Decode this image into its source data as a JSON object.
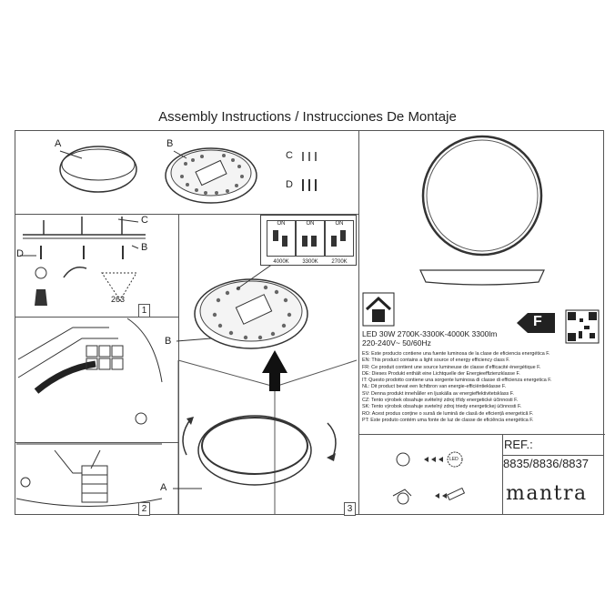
{
  "header": {
    "title": "Assembly Instructions / Instrucciones De Montaje"
  },
  "labels": {
    "a": "A",
    "b": "B",
    "c": "C",
    "d": "D",
    "a2": "A",
    "b2": "B",
    "b3": "B",
    "c2": "C",
    "d2": "D"
  },
  "steps": {
    "one": "1",
    "two": "2",
    "three": "3"
  },
  "dimension": "263",
  "switches": [
    {
      "on": "ON",
      "label": "4000K"
    },
    {
      "on": "ON",
      "label": "3300K"
    },
    {
      "on": "ON",
      "label": "2700K"
    }
  ],
  "energy_class": "F",
  "spec": {
    "line1": "LED 30W 2700K-3300K-4000K 3300lm",
    "line2": "220-240V~  50/60Hz"
  },
  "legal": [
    "ES: Este producto contiene una fuente luminosa de la clase de eficiencia energética F.",
    "EN: This product contains a light source of energy efficiency class F.",
    "FR: Ce produit contient une source lumineuse de classe d'efficacité énergétique F.",
    "DE: Dieses Produkt enthält eine Lichtquelle der Energieeffizienzklasse F.",
    "IT: Questo prodotto contiene una sorgente luminosa di classe di efficienza energetica F.",
    "NL: Dit product bevat een lichtbron van energie-efficiëntieklasse F.",
    "SV: Denna produkt innehåller en ljuskälla av energieffektivitetsklass F.",
    "CZ: Tento výrobek obsahuje světelný zdroj třídy energetické účinnosti F.",
    "SK: Tento výrobok obsahuje svetelný zdroj triedy energetickej účinnosti F.",
    "RO: Acest produs conține o sursă de lumină de clasă de eficiență energetică F.",
    "PT: Este produto contém uma fonte de luz de classe de eficiência energética F."
  ],
  "ref": {
    "label": "REF.:",
    "numbers": "8835/8836/8837"
  },
  "brand": "mantra",
  "led_icon_text": "LED"
}
